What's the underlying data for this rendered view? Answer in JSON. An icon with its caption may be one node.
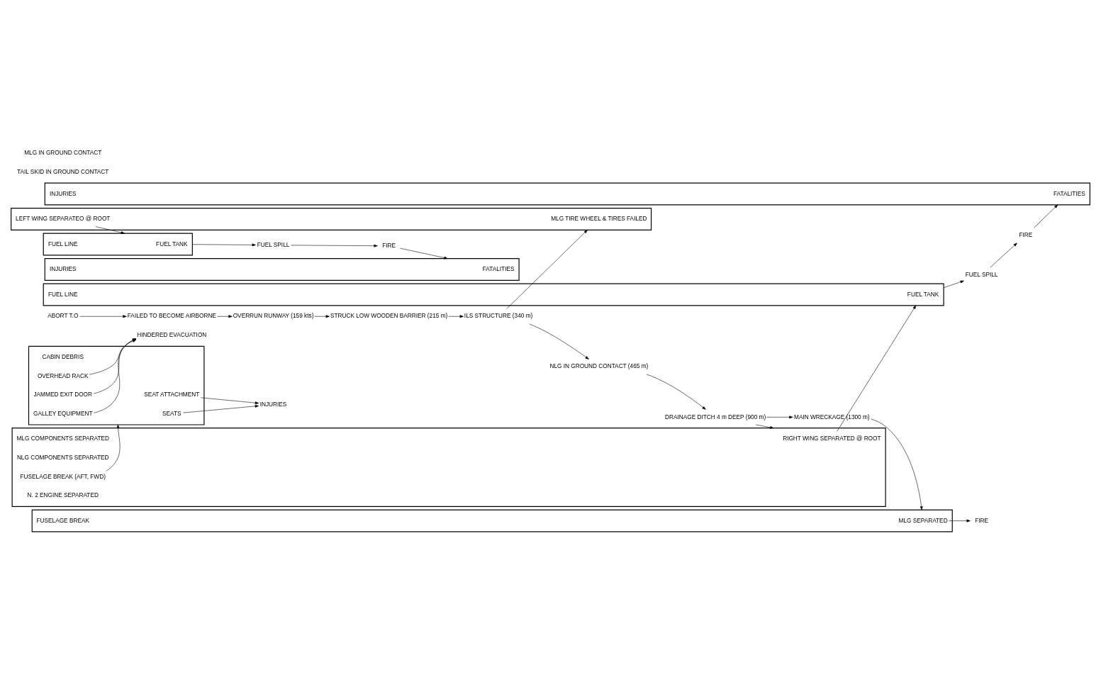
{
  "diagram": {
    "nodes": [
      {
        "text": [
          "ABORT T.O"
        ]
      },
      {
        "text": [
          "FAILED TO BECOME AIRBORNE"
        ]
      },
      {
        "text": [
          "OVERRUN RUNWAY (159 kts)"
        ]
      },
      {
        "text": [
          "STRUCK LOW WOODEN BARRIER (215 m)"
        ]
      },
      {
        "text": [
          "ILS STRUCTURE (340 m)"
        ]
      },
      {
        "text": [],
        "shape": "bar"
      },
      {
        "text": [
          "MLG TIRE WHEEL & TIRES FAILED"
        ],
        "in": 5
      },
      {
        "text": [
          "LEFT WING SEPARATEO @ ROOT"
        ],
        "in": 5
      },
      {
        "text": [],
        "shape": "bar"
      },
      {
        "text": [
          "FUEL TANK"
        ],
        "in": 8
      },
      {
        "text": [
          "FUEL LINE"
        ],
        "in": 8
      },
      {
        "text": [
          "FUEL SPILL"
        ]
      },
      {
        "text": [
          "FIRE"
        ]
      },
      {
        "text": [],
        "shape": "bar"
      },
      {
        "text": [
          "FATALITIES"
        ],
        "in": 13
      },
      {
        "text": [
          "INJURIES"
        ],
        "in": 13
      },
      {
        "text": [
          "NLG IN GROUND CONTACT (465 m)"
        ]
      },
      {
        "text": [
          "DRAINAGE DITCH 4 m DEEP (900 m)"
        ]
      },
      {
        "text": [],
        "shape": "bar"
      },
      {
        "text": [
          "RIGHT WING SEPARATED @ ROOT"
        ],
        "in": 18
      },
      {
        "text": [
          "MLG COMPONENTS SEPARATED"
        ],
        "in": 18
      },
      {
        "text": [
          "NLG COMPONENTS SEPARATED"
        ],
        "in": 18
      },
      {
        "text": [
          "FUSELAGE BREAK (AFT, FWD)"
        ],
        "in": 18
      },
      {
        "text": [
          "N. 2 ENGINE SEPARATED"
        ],
        "in": 18
      },
      {
        "text": [],
        "shape": "bar"
      },
      {
        "text": [
          "FUEL TANK"
        ],
        "in": 24
      },
      {
        "text": [
          "FUEL LINE"
        ],
        "in": 24
      },
      {
        "text": [
          "FUEL SPILL"
        ]
      },
      {
        "text": [
          "FIRE"
        ]
      },
      {
        "text": [],
        "shape": "bar"
      },
      {
        "text": [
          "FATALITIES"
        ],
        "in": 29
      },
      {
        "text": [
          "INJURIES"
        ],
        "in": 29
      },
      {
        "text": [],
        "shape": "bar"
      },
      {
        "text": [
          "SEAT ATTACHMENT"
        ],
        "in": 32
      },
      {
        "text": [
          "SEATS"
        ],
        "in": 32
      },
      {
        "text": [
          "CABIN DEBRIS"
        ],
        "in": 32
      },
      {
        "text": [
          "GALLEY EQUIPMENT"
        ],
        "in": 32
      },
      {
        "text": [
          "OVERHEAD RACK"
        ],
        "in": 32
      },
      {
        "text": [
          "JAMMED EXIT DOOR"
        ],
        "in": 32
      },
      {
        "text": [
          "INJURIES"
        ]
      },
      {
        "text": [
          "HINDERED EVACUATION"
        ]
      },
      {
        "text": [
          "MAIN WRECKAGE (1300 m)"
        ]
      },
      {
        "text": [],
        "shape": "bar"
      },
      {
        "text": [
          "MLG SEPARATED"
        ],
        "in": 42
      },
      {
        "text": [
          "FUSELAGE BREAK"
        ],
        "in": 42
      },
      {
        "text": [
          "FIRE"
        ]
      }
    ],
    "edges": [
      {
        "from": 0,
        "to": 1,
        "arrow": "to"
      },
      {
        "from": 1,
        "to": 2,
        "arrow": "to"
      },
      {
        "from": 2,
        "to": 3,
        "arrow": "to"
      },
      {
        "from": 3,
        "to": 4,
        "arrow": "to"
      },
      {
        "from": 4,
        "to": 16,
        "arrow": "to"
      },
      {
        "from": 16,
        "to": 17,
        "arrow": "to"
      },
      {
        "from": 17,
        "to": 41,
        "arrow": "to"
      },
      {
        "from": 4,
        "to": 5,
        "arrow": "to"
      },
      {
        "from": 7,
        "to": 8,
        "arrow": "to"
      },
      {
        "from": 8,
        "to": 11,
        "arrow": "to"
      },
      {
        "from": 11,
        "to": 12,
        "arrow": "to"
      },
      {
        "from": 12,
        "to": 13,
        "arrow": "to"
      },
      {
        "from": 17,
        "to": 18,
        "arrow": "to"
      },
      {
        "from": 19,
        "to": 24,
        "arrow": "to"
      },
      {
        "from": 24,
        "to": 27,
        "arrow": "to"
      },
      {
        "from": 27,
        "to": 28,
        "arrow": "to"
      },
      {
        "from": 28,
        "to": 29,
        "arrow": "to"
      },
      {
        "from": 22,
        "to": 32,
        "arrow": "to"
      },
      {
        "from": 33,
        "to": 39,
        "arrow": "to"
      },
      {
        "from": 34,
        "to": 39,
        "arrow": "to"
      },
      {
        "from": 36,
        "to": 40,
        "arrow": "to"
      },
      {
        "from": 37,
        "to": 40,
        "arrow": "to"
      },
      {
        "from": 38,
        "to": 40,
        "arrow": "to"
      },
      {
        "from": 41,
        "to": 42,
        "arrow": "to"
      },
      {
        "from": 43,
        "to": 45,
        "arrow": "to"
      }
    ],
    "labels": [
      "TAIL SKID IN GROUND CONTACT",
      "MLG IN GROUND CONTACT"
    ]
  }
}
